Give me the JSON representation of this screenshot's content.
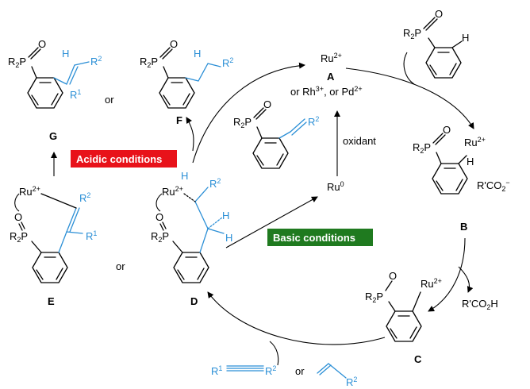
{
  "labels": {
    "A": "A",
    "B": "B",
    "C": "C",
    "D": "D",
    "E": "E",
    "F": "F",
    "G": "G"
  },
  "text": {
    "ru2plus": "Ru",
    "ru_charge": "2+",
    "or_rh_pd": "or  Rh",
    "rh_charge": "3+",
    "or_pd": ", or Pd",
    "pd_charge": "2+",
    "oxidant": "oxidant",
    "ru0": "Ru",
    "ru0_sup": "0",
    "or": "or",
    "r2p": "R",
    "r2p_sub": "2",
    "p": "P",
    "o": "O",
    "h": "H",
    "r2": "R",
    "r2_sup": "2",
    "r1": "R",
    "r1_sup": "1",
    "rco2_minus": "R'CO",
    "rco2_sub": "2",
    "rco2_minus_sup": "−",
    "rco2h": "R'CO",
    "rco2h_sub": "2",
    "rco2h_h": "H"
  },
  "boxes": {
    "acidic": "Acidic conditions",
    "basic": "Basic conditions"
  },
  "colors": {
    "acidic_bg": "#e8121a",
    "basic_bg": "#1f7a1f",
    "substituent_blue": "#2b8fd6"
  }
}
